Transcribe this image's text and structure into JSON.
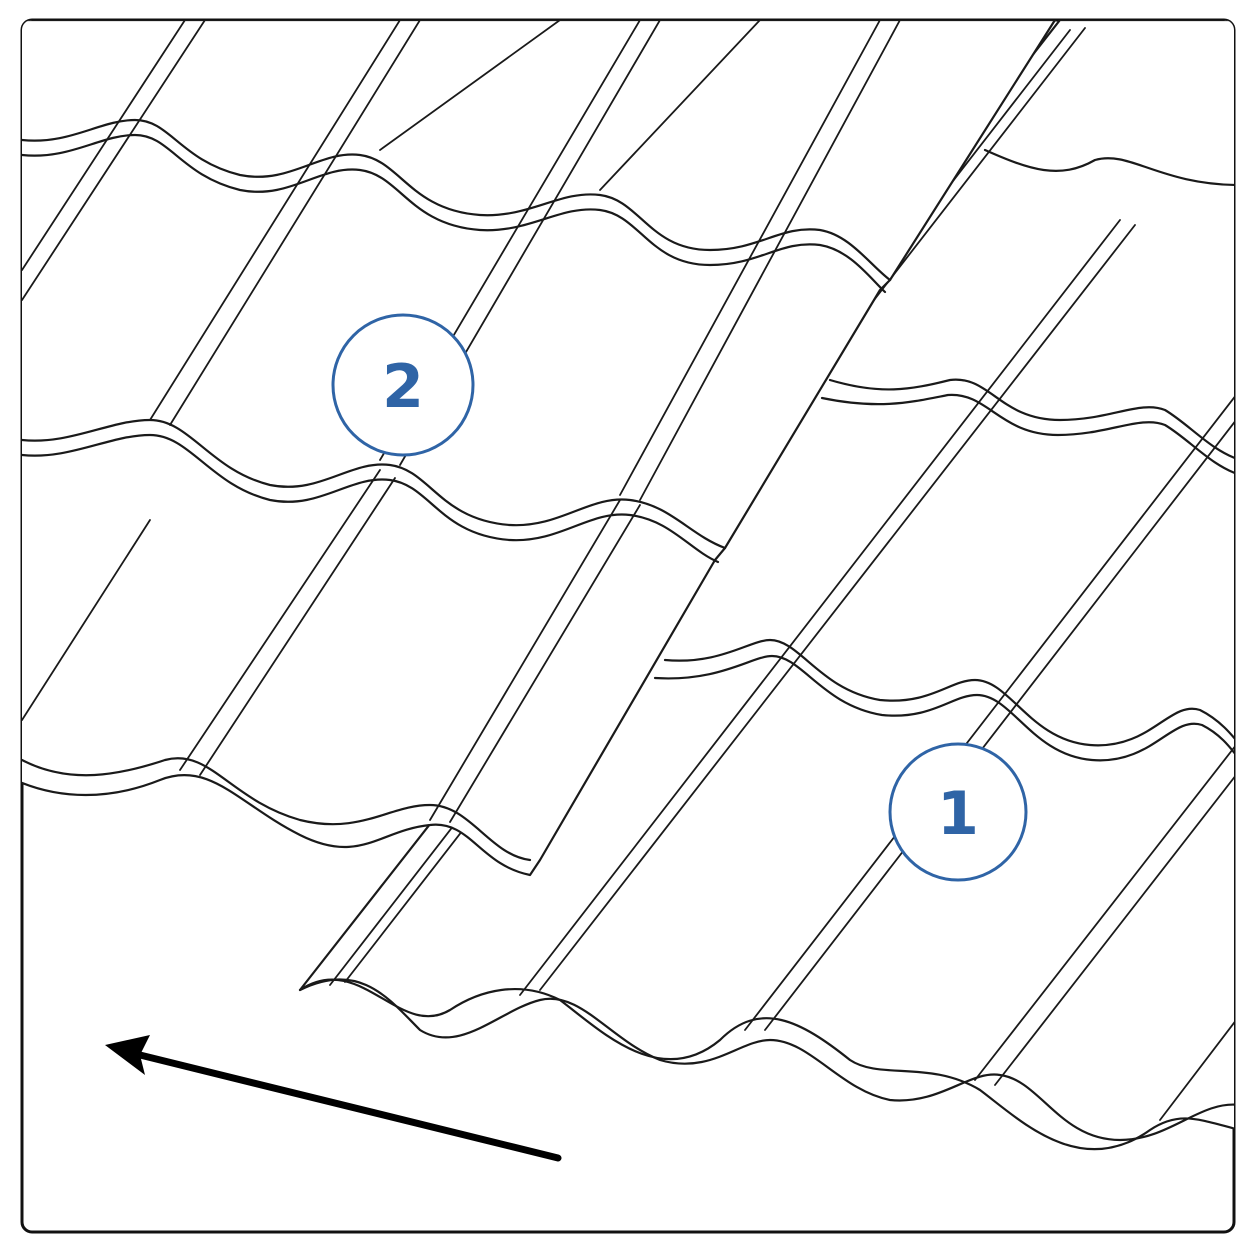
{
  "labels": {
    "sheet_one": "1",
    "sheet_two": "2"
  },
  "colors": {
    "label_accent": "#2f64a6",
    "line": "#1a1a1a",
    "arrow": "#000000",
    "background": "#ffffff"
  },
  "arrow": {
    "direction": "left"
  }
}
